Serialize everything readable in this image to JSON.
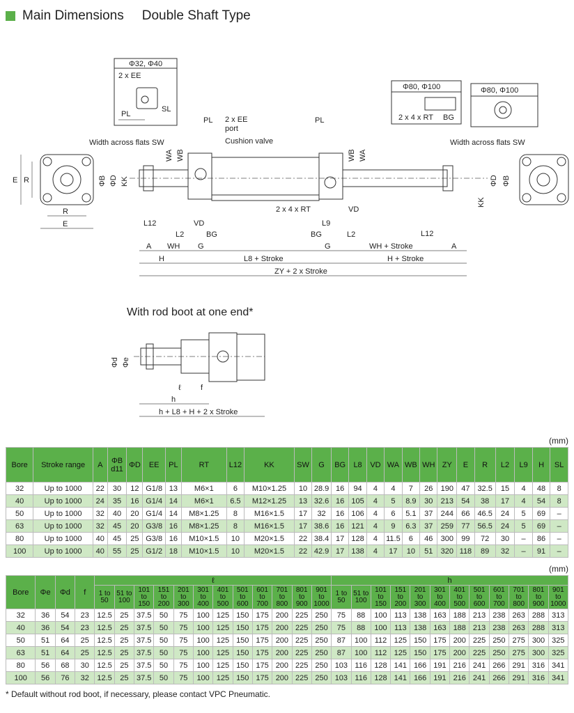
{
  "header": {
    "title": "Main Dimensions",
    "subtitle": "Double Shaft Type"
  },
  "drawing": {
    "detail_bore_small": "Φ32, Φ40",
    "detail_bore_large": "Φ80, Φ100",
    "detail_bore_large2": "Φ80, Φ100",
    "ee_small": "2 x EE",
    "ee_main": "2 x EE",
    "port": "port",
    "cushion_valve": "Cushion valve",
    "rt_small": "2 x 4 x RT",
    "rt_large": "2 x 4 x RT",
    "sw_left": "Width across flats SW",
    "sw_right": "Width across flats SW",
    "lbl_PL_a": "PL",
    "lbl_SL": "SL",
    "lbl_PL_b": "PL",
    "lbl_PL_c": "PL",
    "lbl_WA_l": "WA",
    "lbl_WB_l": "WB",
    "lbl_WB_r": "WB",
    "lbl_WA_r": "WA",
    "lbl_E": "E",
    "lbl_R": "R",
    "lbl_R2": "R",
    "lbl_E2": "E",
    "lbl_B_l": "ΦB",
    "lbl_D_l": "ΦD",
    "lbl_KK_l": "KK",
    "lbl_D_r": "ΦD",
    "lbl_B_r": "ΦB",
    "lbl_KK_r": "KK",
    "lbl_BG_d": "BG",
    "lbl_BG": "BG",
    "lbl_BG2": "BG",
    "lbl_L12": "L12",
    "lbl_L2": "L2",
    "lbl_VD": "VD",
    "lbl_L9": "L9",
    "lbl_VD2": "VD",
    "lbl_L2b": "L2",
    "lbl_L12b": "L12",
    "lbl_A": "A",
    "lbl_WH": "WH",
    "lbl_G": "G",
    "lbl_G2": "G",
    "lbl_WHs": "WH + Stroke",
    "lbl_A2": "A",
    "lbl_H": "H",
    "lbl_L8": "L8 + Stroke",
    "lbl_Hs": "H + Stroke",
    "lbl_ZY": "ZY + 2 x Stroke",
    "boot_title": "With rod boot at one end*",
    "lbl_d": "Φd",
    "lbl_e": "Φe",
    "lbl_l": "ℓ",
    "lbl_f": "f",
    "lbl_h": "h",
    "lbl_total": "h + L8 + H + 2 x Stroke"
  },
  "unit1": "(mm)",
  "unit2": "(mm)",
  "table1": {
    "headers": [
      "Bore",
      "Stroke range",
      "A",
      "ΦB d11",
      "ΦD",
      "EE",
      "PL",
      "RT",
      "L12",
      "KK",
      "SW",
      "G",
      "BG",
      "L8",
      "VD",
      "WA",
      "WB",
      "WH",
      "ZY",
      "E",
      "R",
      "L2",
      "L9",
      "H",
      "SL"
    ],
    "rows": [
      [
        "32",
        "Up to 1000",
        "22",
        "30",
        "12",
        "G1/8",
        "13",
        "M6×1",
        "6",
        "M10×1.25",
        "10",
        "28.9",
        "16",
        "94",
        "4",
        "4",
        "7",
        "26",
        "190",
        "47",
        "32.5",
        "15",
        "4",
        "48",
        "8"
      ],
      [
        "40",
        "Up to 1000",
        "24",
        "35",
        "16",
        "G1/4",
        "14",
        "M6×1",
        "6.5",
        "M12×1.25",
        "13",
        "32.6",
        "16",
        "105",
        "4",
        "5",
        "8.9",
        "30",
        "213",
        "54",
        "38",
        "17",
        "4",
        "54",
        "8"
      ],
      [
        "50",
        "Up to 1000",
        "32",
        "40",
        "20",
        "G1/4",
        "14",
        "M8×1.25",
        "8",
        "M16×1.5",
        "17",
        "32",
        "16",
        "106",
        "4",
        "6",
        "5.1",
        "37",
        "244",
        "66",
        "46.5",
        "24",
        "5",
        "69",
        "–"
      ],
      [
        "63",
        "Up to 1000",
        "32",
        "45",
        "20",
        "G3/8",
        "16",
        "M8×1.25",
        "8",
        "M16×1.5",
        "17",
        "38.6",
        "16",
        "121",
        "4",
        "9",
        "6.3",
        "37",
        "259",
        "77",
        "56.5",
        "24",
        "5",
        "69",
        "–"
      ],
      [
        "80",
        "Up to 1000",
        "40",
        "45",
        "25",
        "G3/8",
        "16",
        "M10×1.5",
        "10",
        "M20×1.5",
        "22",
        "38.4",
        "17",
        "128",
        "4",
        "11.5",
        "6",
        "46",
        "300",
        "99",
        "72",
        "30",
        "–",
        "86",
        "–"
      ],
      [
        "100",
        "Up to 1000",
        "40",
        "55",
        "25",
        "G1/2",
        "18",
        "M10×1.5",
        "10",
        "M20×1.5",
        "22",
        "42.9",
        "17",
        "138",
        "4",
        "17",
        "10",
        "51",
        "320",
        "118",
        "89",
        "32",
        "–",
        "91",
        "–"
      ]
    ]
  },
  "table2": {
    "fixed_headers": [
      "Bore",
      "Φe",
      "Φd",
      "f"
    ],
    "group_l": "ℓ",
    "group_h": "h",
    "ranges": [
      "1 to 50",
      "51 to 100",
      "101 to 150",
      "151 to 200",
      "201 to 300",
      "301 to 400",
      "401 to 500",
      "501 to 600",
      "601 to 700",
      "701 to 800",
      "801 to 900",
      "901 to 1000"
    ],
    "rows": [
      [
        "32",
        "36",
        "54",
        "23",
        "12.5",
        "25",
        "37.5",
        "50",
        "75",
        "100",
        "125",
        "150",
        "175",
        "200",
        "225",
        "250",
        "75",
        "88",
        "100",
        "113",
        "138",
        "163",
        "188",
        "213",
        "238",
        "263",
        "288",
        "313"
      ],
      [
        "40",
        "36",
        "54",
        "23",
        "12.5",
        "25",
        "37.5",
        "50",
        "75",
        "100",
        "125",
        "150",
        "175",
        "200",
        "225",
        "250",
        "75",
        "88",
        "100",
        "113",
        "138",
        "163",
        "188",
        "213",
        "238",
        "263",
        "288",
        "313"
      ],
      [
        "50",
        "51",
        "64",
        "25",
        "12.5",
        "25",
        "37.5",
        "50",
        "75",
        "100",
        "125",
        "150",
        "175",
        "200",
        "225",
        "250",
        "87",
        "100",
        "112",
        "125",
        "150",
        "175",
        "200",
        "225",
        "250",
        "275",
        "300",
        "325"
      ],
      [
        "63",
        "51",
        "64",
        "25",
        "12.5",
        "25",
        "37.5",
        "50",
        "75",
        "100",
        "125",
        "150",
        "175",
        "200",
        "225",
        "250",
        "87",
        "100",
        "112",
        "125",
        "150",
        "175",
        "200",
        "225",
        "250",
        "275",
        "300",
        "325"
      ],
      [
        "80",
        "56",
        "68",
        "30",
        "12.5",
        "25",
        "37.5",
        "50",
        "75",
        "100",
        "125",
        "150",
        "175",
        "200",
        "225",
        "250",
        "103",
        "116",
        "128",
        "141",
        "166",
        "191",
        "216",
        "241",
        "266",
        "291",
        "316",
        "341"
      ],
      [
        "100",
        "56",
        "76",
        "32",
        "12.5",
        "25",
        "37.5",
        "50",
        "75",
        "100",
        "125",
        "150",
        "175",
        "200",
        "225",
        "250",
        "103",
        "116",
        "128",
        "141",
        "166",
        "191",
        "216",
        "241",
        "266",
        "291",
        "316",
        "341"
      ]
    ]
  },
  "footnote": "* Default without rod boot, if necessary, please contact VPC Pneumatic."
}
